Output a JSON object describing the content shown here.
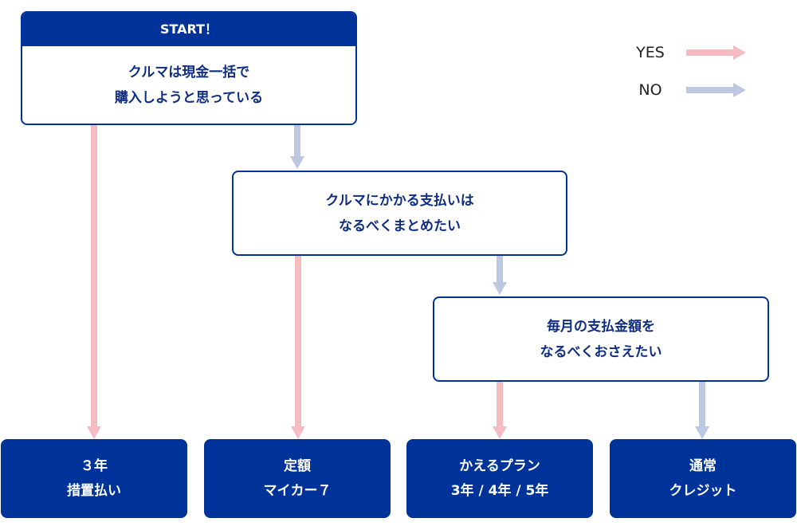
{
  "legend": {
    "yes_label": "YES",
    "no_label": "NO",
    "yes_color": "#f4bcc1",
    "no_color": "#bcc7e2"
  },
  "start": {
    "header": "START！",
    "line1": "クルマは現金一括で",
    "line2": "購入しようと思っている"
  },
  "question2": {
    "line1": "クルマにかかる支払いは",
    "line2": "なるべくまとめたい"
  },
  "question3": {
    "line1": "毎月の支払金額を",
    "line2": "なるべくおさえたい"
  },
  "results": [
    {
      "line1": "３年",
      "line2": "措置払い"
    },
    {
      "line1": "定額",
      "line2": "マイカー７"
    },
    {
      "line1": "かえるプラン",
      "line2": "3年 / 4年 / 5年"
    },
    {
      "line1": "通常",
      "line2": "クレジット"
    }
  ],
  "colors": {
    "box_border": "#00339a",
    "box_text": "#0f2e82",
    "result_fill": "#00339a"
  }
}
